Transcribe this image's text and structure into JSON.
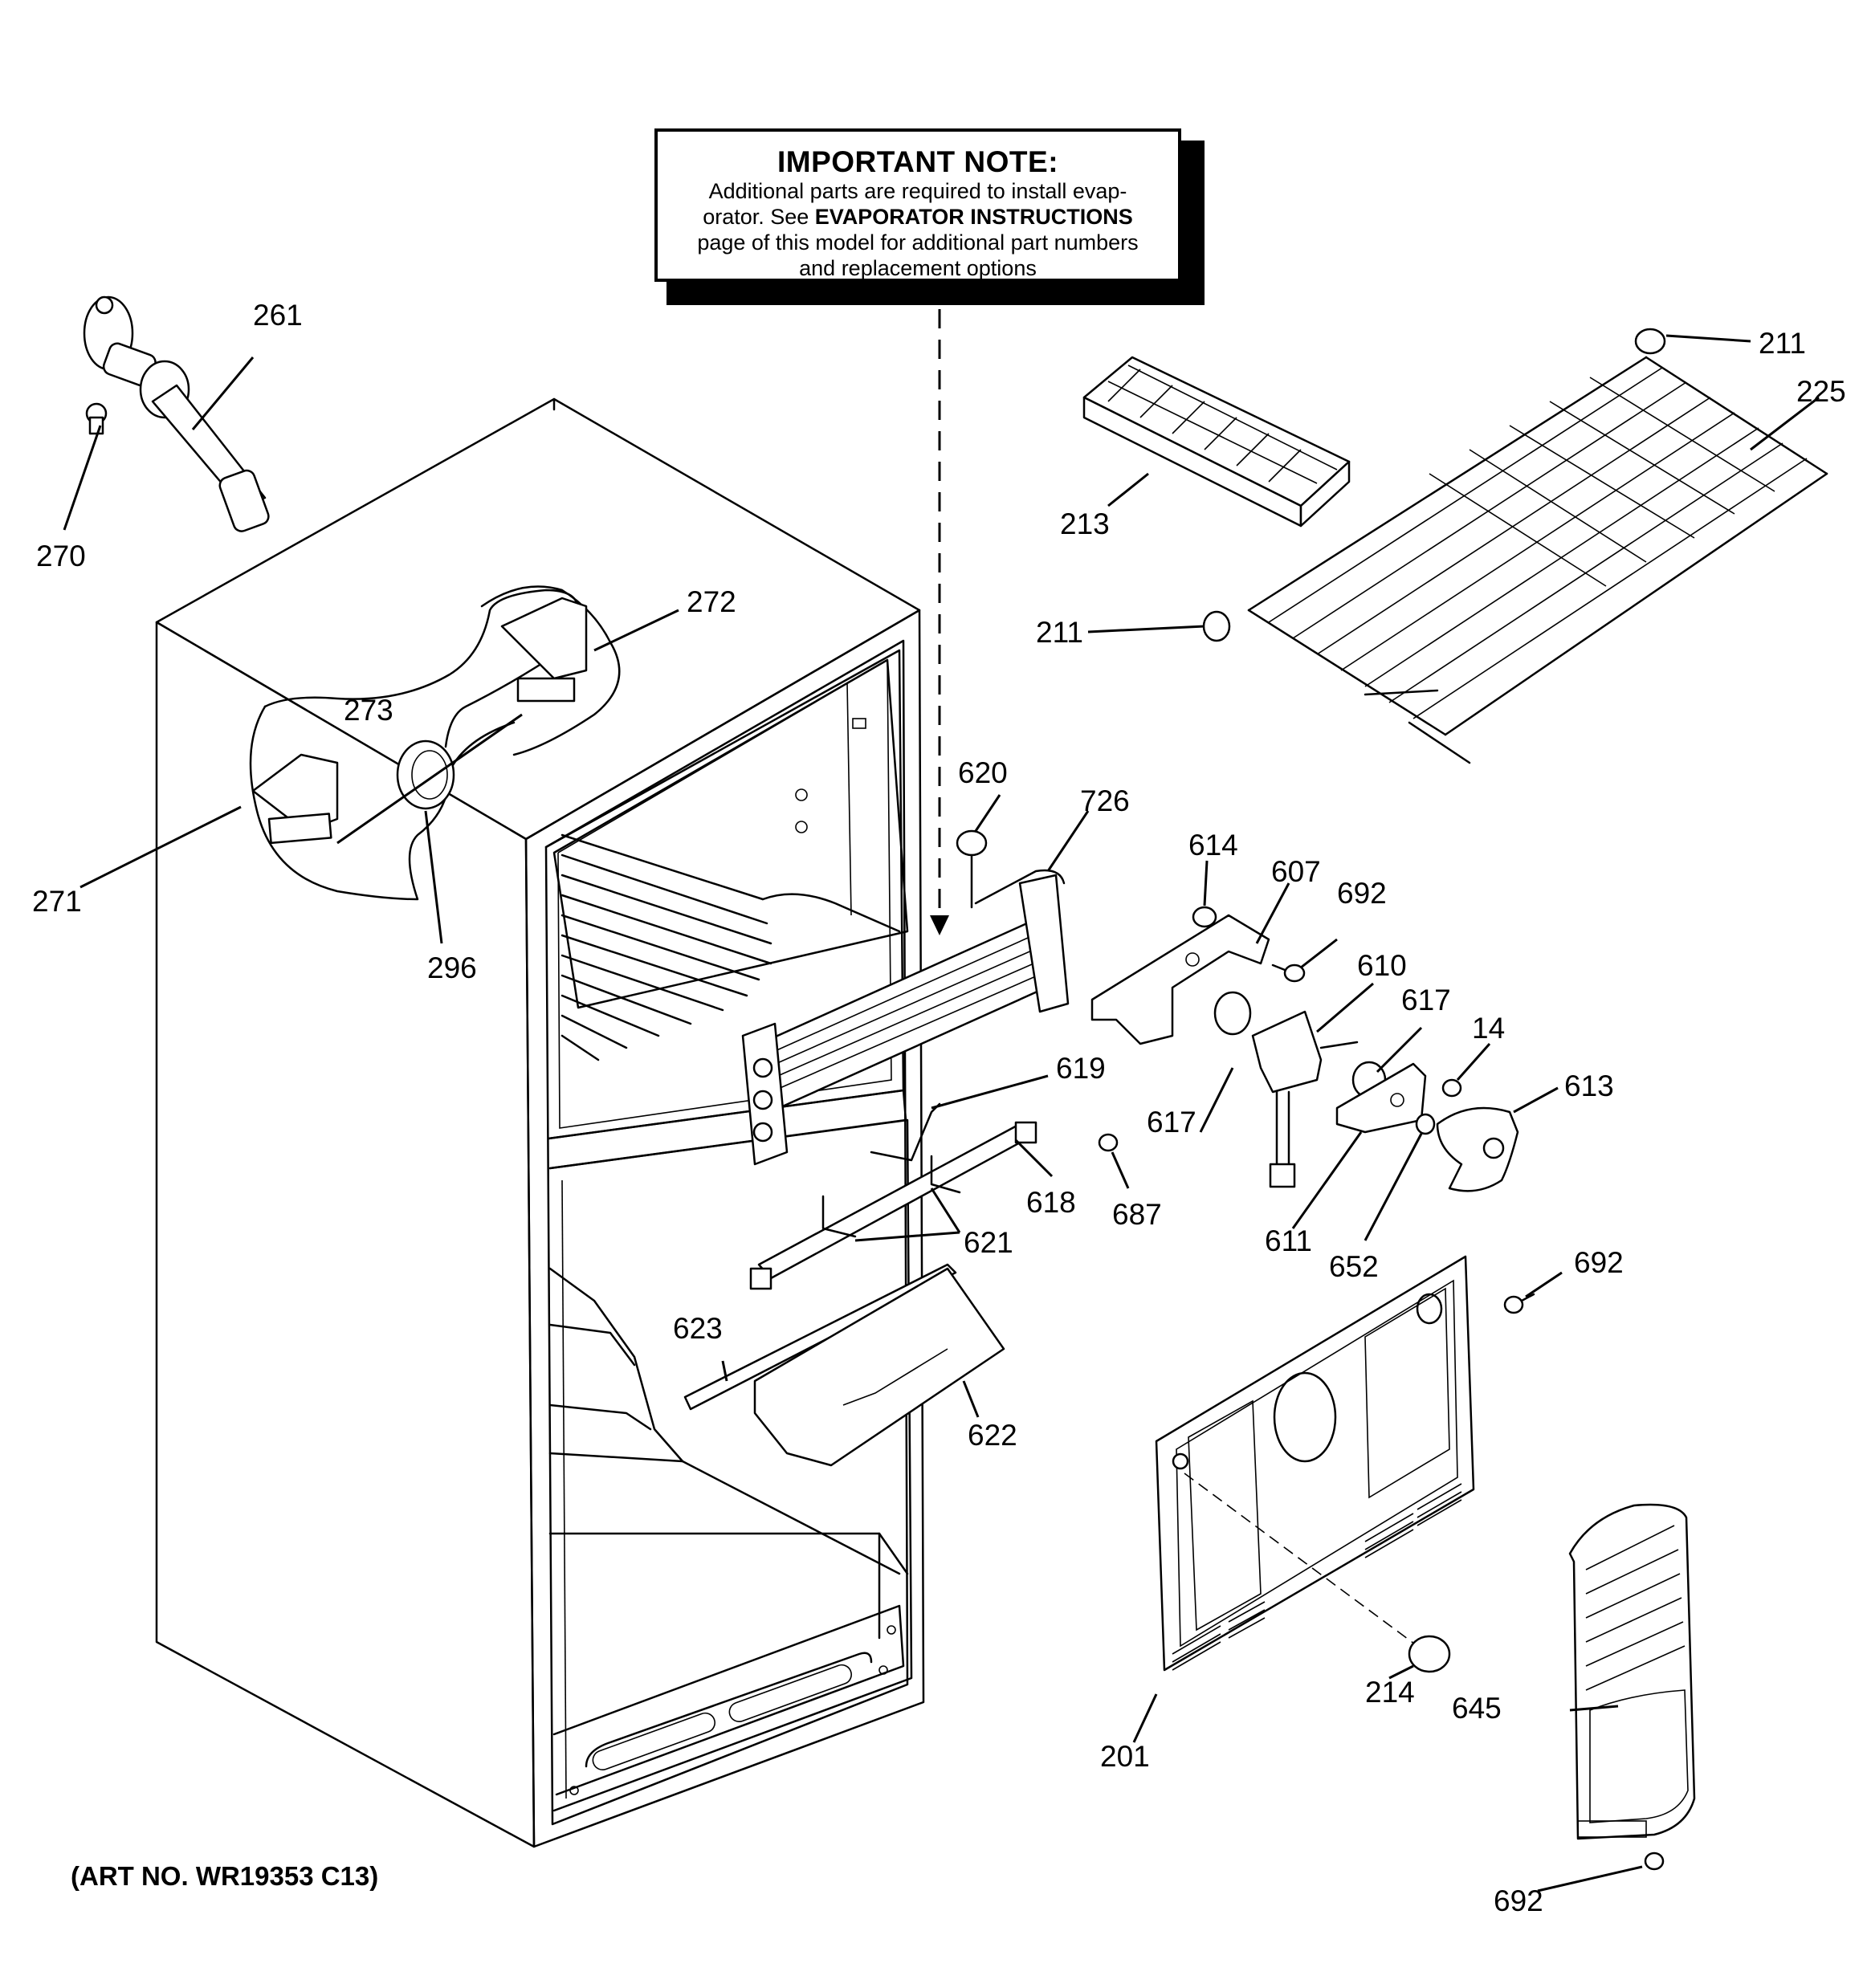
{
  "note": {
    "title": "IMPORTANT NOTE:",
    "line1": "Additional parts are required to install evap-",
    "line2_prefix": "orator.  See ",
    "line2_bold": "EVAPORATOR INSTRUCTIONS",
    "line3": "page of this model for additional part numbers",
    "line4": "and replacement options"
  },
  "art_number": "(ART NO. WR19353 C13)",
  "callouts": {
    "c261": "261",
    "c270": "270",
    "c272": "272",
    "c273": "273",
    "c271": "271",
    "c296": "296",
    "c211a": "211",
    "c225": "225",
    "c213": "213",
    "c211b": "211",
    "c620": "620",
    "c726": "726",
    "c614": "614",
    "c607": "607",
    "c692a": "692",
    "c610": "610",
    "c617a": "617",
    "c617b": "617",
    "c14": "14",
    "c613": "613",
    "c619": "619",
    "c618": "618",
    "c621": "621",
    "c687": "687",
    "c611": "611",
    "c652": "652",
    "c692b": "692",
    "c623": "623",
    "c622": "622",
    "c214": "214",
    "c645": "645",
    "c201": "201",
    "c692c": "692"
  }
}
